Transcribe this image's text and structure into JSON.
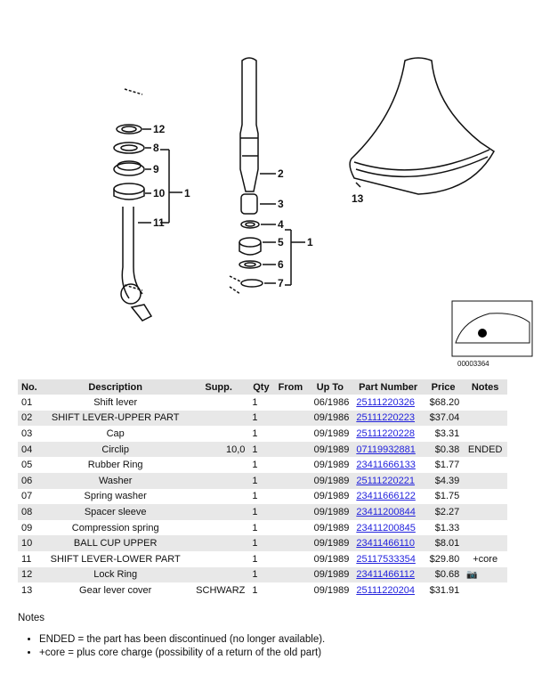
{
  "diagram": {
    "labels": [
      "12",
      "8",
      "9",
      "10",
      "1",
      "11",
      "2",
      "3",
      "4",
      "5",
      "1",
      "6",
      "7",
      "13"
    ],
    "image_code": "00003364"
  },
  "table": {
    "headers": [
      "No.",
      "Description",
      "Supp.",
      "Qty",
      "From",
      "Up To",
      "Part Number",
      "Price",
      "Notes"
    ],
    "rows": [
      [
        "01",
        "Shift lever",
        "",
        "1",
        "",
        "06/1986",
        "25111220326",
        "$68.20",
        ""
      ],
      [
        "02",
        "SHIFT LEVER-UPPER PART",
        "",
        "1",
        "",
        "09/1986",
        "25111220223",
        "$37.04",
        ""
      ],
      [
        "03",
        "Cap",
        "",
        "1",
        "",
        "09/1989",
        "25111220228",
        "$3.31",
        ""
      ],
      [
        "04",
        "Circlip",
        "10,0",
        "1",
        "",
        "09/1989",
        "07119932881",
        "$0.38",
        "ENDED"
      ],
      [
        "05",
        "Rubber Ring",
        "",
        "1",
        "",
        "09/1989",
        "23411666133",
        "$1.77",
        ""
      ],
      [
        "06",
        "Washer",
        "",
        "1",
        "",
        "09/1989",
        "25111220221",
        "$4.39",
        ""
      ],
      [
        "07",
        "Spring washer",
        "",
        "1",
        "",
        "09/1989",
        "23411666122",
        "$1.75",
        ""
      ],
      [
        "08",
        "Spacer sleeve",
        "",
        "1",
        "",
        "09/1989",
        "23411200844",
        "$2.27",
        ""
      ],
      [
        "09",
        "Compression spring",
        "",
        "1",
        "",
        "09/1989",
        "23411200845",
        "$1.33",
        ""
      ],
      [
        "10",
        "BALL CUP UPPER",
        "",
        "1",
        "",
        "09/1989",
        "23411466110",
        "$8.01",
        ""
      ],
      [
        "11",
        "SHIFT LEVER-LOWER PART",
        "",
        "1",
        "",
        "09/1989",
        "25117533354",
        "$29.80",
        "+core"
      ],
      [
        "12",
        "Lock Ring",
        "",
        "1",
        "",
        "09/1989",
        "23411466112",
        "$0.68",
        ""
      ],
      [
        "13",
        "Gear lever cover",
        "SCHWARZ",
        "1",
        "",
        "09/1989",
        "25111220204",
        "$31.91",
        ""
      ]
    ]
  },
  "notes": {
    "title": "Notes",
    "items": [
      "ENDED = the part has been discontinued (no longer available).",
      "+core = plus core charge (possibility of a return of the old part)"
    ]
  }
}
